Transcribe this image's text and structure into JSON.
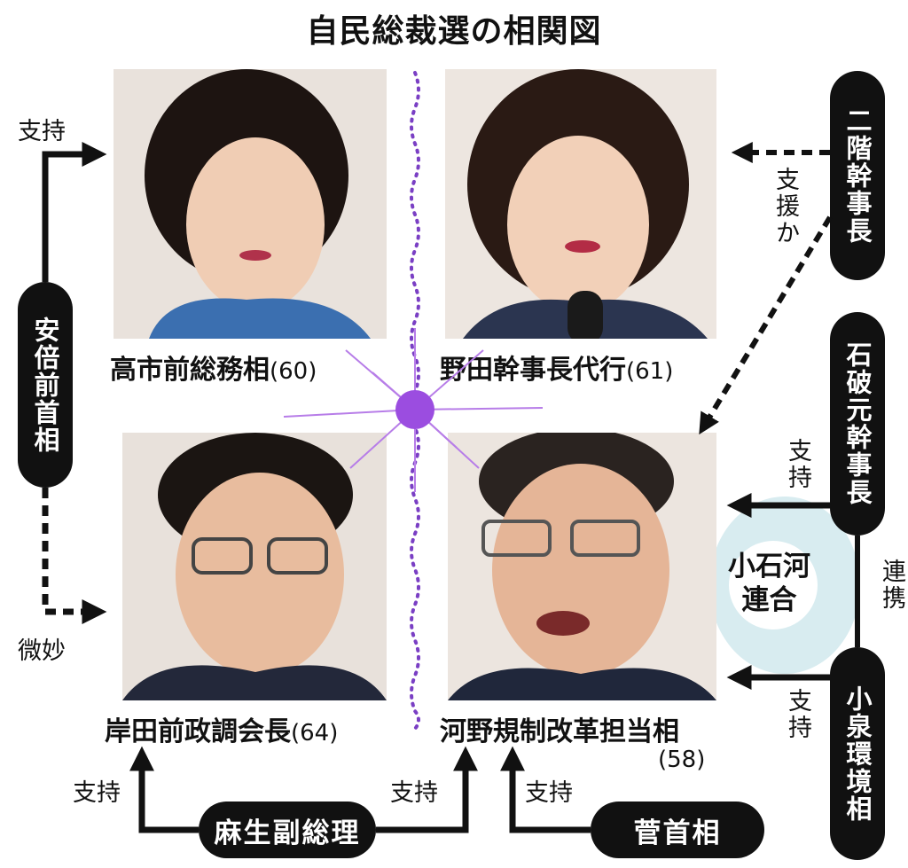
{
  "title": "自民総裁選の相関図",
  "candidates": [
    {
      "name": "高市前総務相",
      "age": "(60)"
    },
    {
      "name": "野田幹事長代行",
      "age": "(61)"
    },
    {
      "name": "岸田前政調会長",
      "age": "(64)"
    },
    {
      "name": "河野規制改革担当相",
      "age": "(58)"
    }
  ],
  "actors": {
    "abe": "安倍前首相",
    "nikai": "二階幹事長",
    "ishiba": "石破元幹事長",
    "koizumi": "小泉環境相",
    "aso": "麻生副総理",
    "suga": "菅首相"
  },
  "relations": {
    "abe_to_takaichi": "支持",
    "abe_to_kishida": "微妙",
    "nikai_to_noda": "支援か",
    "ishiba_to_kono": "支持",
    "koizumi_to_kono": "支持",
    "ishiba_koizumi": "連携",
    "aso_to_kishida": "支持",
    "aso_to_kono": "支持",
    "suga_to_kono": "支持"
  },
  "coalition": {
    "line1": "小石河",
    "line2": "連合",
    "color": "#d8ecf0"
  },
  "colors": {
    "pill": "#111111",
    "divider": "#7a3fc4",
    "spark": "#b77de8"
  }
}
